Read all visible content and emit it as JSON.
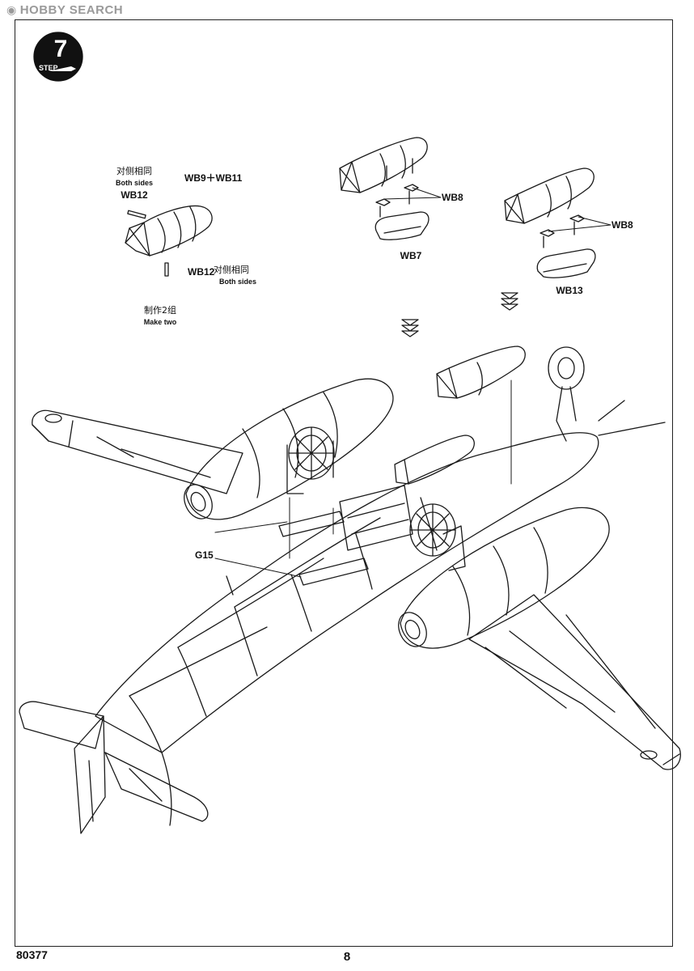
{
  "watermark": {
    "icon": "hobby-logo-icon",
    "text": "HOBBY SEARCH"
  },
  "step": {
    "number": "7",
    "word": "STEP"
  },
  "callouts": {
    "wb12_top": "WB12",
    "wb12_bottom": "WB12",
    "wb9_wb11": "WB9＋WB11",
    "wb8_a": "WB8",
    "wb8_b": "WB8",
    "wb7": "WB7",
    "wb13": "WB13",
    "g15": "G15"
  },
  "notes": {
    "both_sides_cn_1": "对侧相同",
    "both_sides_en_1": "Both sides",
    "both_sides_cn_2": "对侧相同",
    "both_sides_en_2": "Both sides",
    "make_two_cn": "制作2组",
    "make_two_en": "Make two"
  },
  "footer": {
    "kit_code": "80377",
    "page_number": "8"
  },
  "colors": {
    "line": "#1a1a1a",
    "paper": "#ffffff",
    "watermark": "#9a9a9a"
  }
}
